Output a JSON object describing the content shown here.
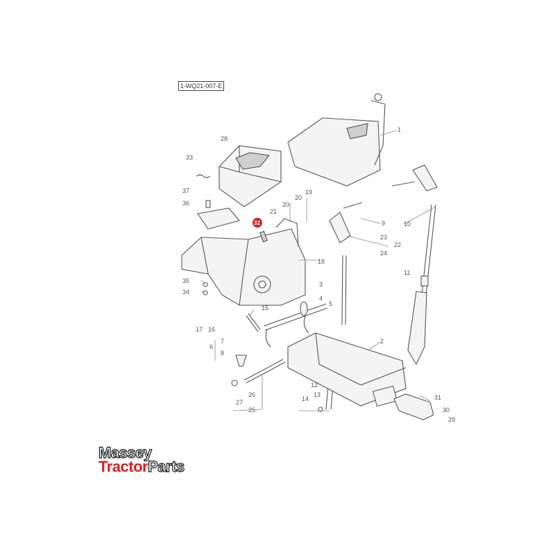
{
  "diagram": {
    "reference_code": "1-WQ21-007-E",
    "highlighted_part": "32",
    "callouts": [
      "1",
      "2",
      "3",
      "4",
      "5",
      "6",
      "7",
      "8",
      "9",
      "10",
      "11",
      "12",
      "13",
      "14",
      "15",
      "16",
      "17",
      "18",
      "19",
      "20",
      "21",
      "22",
      "23",
      "24",
      "25",
      "26",
      "27",
      "28",
      "29",
      "30",
      "31",
      "33",
      "34",
      "35",
      "36",
      "37"
    ],
    "accent_color": "#d42020"
  },
  "logo": {
    "line1": "Massey",
    "line2_red": "Tractor",
    "line2_outline": "Parts"
  }
}
